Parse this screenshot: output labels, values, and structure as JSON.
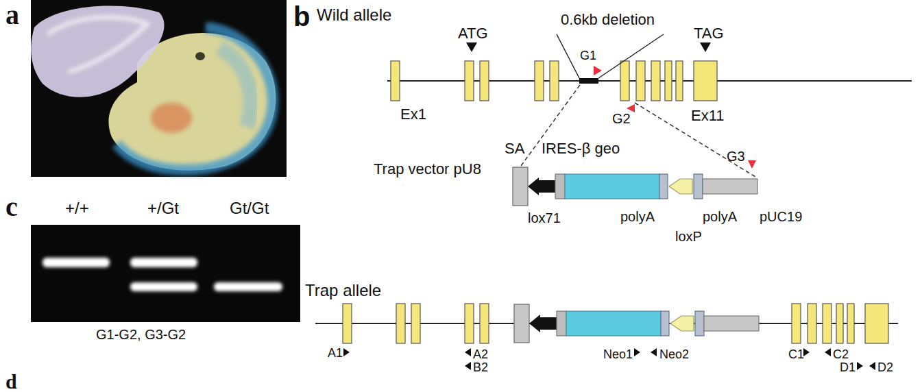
{
  "diagram": {
    "labels": [
      "a",
      "b",
      "Wild allele",
      "ATG",
      "0.6kb deletion",
      "TAG",
      "G1",
      "Ex1",
      "G2",
      "Ex11",
      "G3",
      "Trap vector pU8",
      "SA",
      "IRES-β geo",
      "lox71",
      "polyA",
      "loxP",
      "polyA",
      "pUC19",
      "c",
      "+/+",
      "+/Gt",
      "Gt/Gt",
      "Trap allele",
      "G1-G2, G3-G2",
      "A1",
      "A2",
      "B2",
      "Neo1",
      "Neo2",
      "C1",
      "C2",
      "D1",
      "D2",
      "d"
    ]
  }
}
